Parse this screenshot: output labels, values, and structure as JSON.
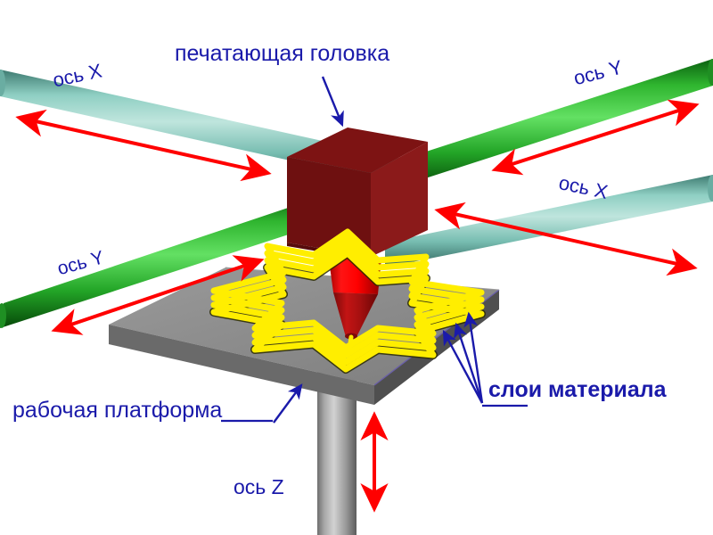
{
  "diagram": {
    "title_label": "печатающая головка",
    "labels": {
      "print_head": "печатающая головка",
      "axis_x_top_left": "ось X",
      "axis_y_top_right": "ось Y",
      "axis_x_bottom_right": "ось X",
      "axis_y_bottom_left": "ось Y",
      "work_platform": "рабочая платформа",
      "material_layers": "слои материала",
      "axis_z": "ось Z"
    },
    "colors": {
      "label_blue": "#1a1aaa",
      "arrow_red": "#ff0000",
      "rod_x_teal": "#8fc7bd",
      "rod_y_green": "#22bb22",
      "print_head_red": "#8b1a1a",
      "print_head_dark": "#5e0d0d",
      "nozzle_bright_red": "#ee0000",
      "platform_gray": "#8a8a8a",
      "platform_edge": "#5a5a5a",
      "material_yellow": "#ffee00",
      "column_gray": "#9a9a9a",
      "background": "#ffffff"
    },
    "parts": {
      "print_head": "print-head-box",
      "nozzle": "extruder-nozzle",
      "platform": "build-platform",
      "column": "z-axis-column",
      "star_object": "printed-star-object",
      "rods": [
        "x-rod-upper",
        "x-rod-lower",
        "y-rod-upper",
        "y-rod-lower"
      ]
    },
    "motion_arrows": {
      "x_upper": "double-headed",
      "x_lower": "double-headed",
      "y_upper": "double-headed",
      "y_lower": "double-headed",
      "z_vertical": "double-headed"
    },
    "layer_count": 4,
    "star_points": 6
  }
}
